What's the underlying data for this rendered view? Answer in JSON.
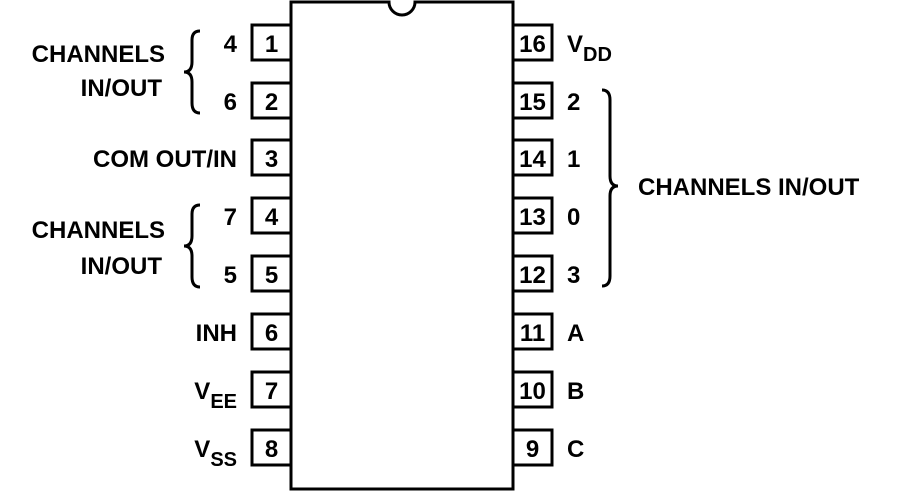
{
  "left_pins": [
    {
      "number": "1",
      "label": "4"
    },
    {
      "number": "2",
      "label": "6"
    },
    {
      "number": "3",
      "label": "COM OUT/IN"
    },
    {
      "number": "4",
      "label": "7"
    },
    {
      "number": "5",
      "label": "5"
    },
    {
      "number": "6",
      "label": "INH"
    },
    {
      "number": "7",
      "label": "V",
      "sub": "EE"
    },
    {
      "number": "8",
      "label": "V",
      "sub": "SS"
    }
  ],
  "right_pins": [
    {
      "number": "16",
      "label": "V",
      "sub": "DD"
    },
    {
      "number": "15",
      "label": "2"
    },
    {
      "number": "14",
      "label": "1"
    },
    {
      "number": "13",
      "label": "0"
    },
    {
      "number": "12",
      "label": "3"
    },
    {
      "number": "11",
      "label": "A"
    },
    {
      "number": "10",
      "label": "B"
    },
    {
      "number": "9",
      "label": "C"
    }
  ],
  "groups": {
    "left_top": {
      "line1": "CHANNELS",
      "line2": "IN/OUT"
    },
    "left_bottom": {
      "line1": "CHANNELS",
      "line2": "IN/OUT"
    },
    "right": {
      "text": "CHANNELS IN/OUT"
    }
  }
}
